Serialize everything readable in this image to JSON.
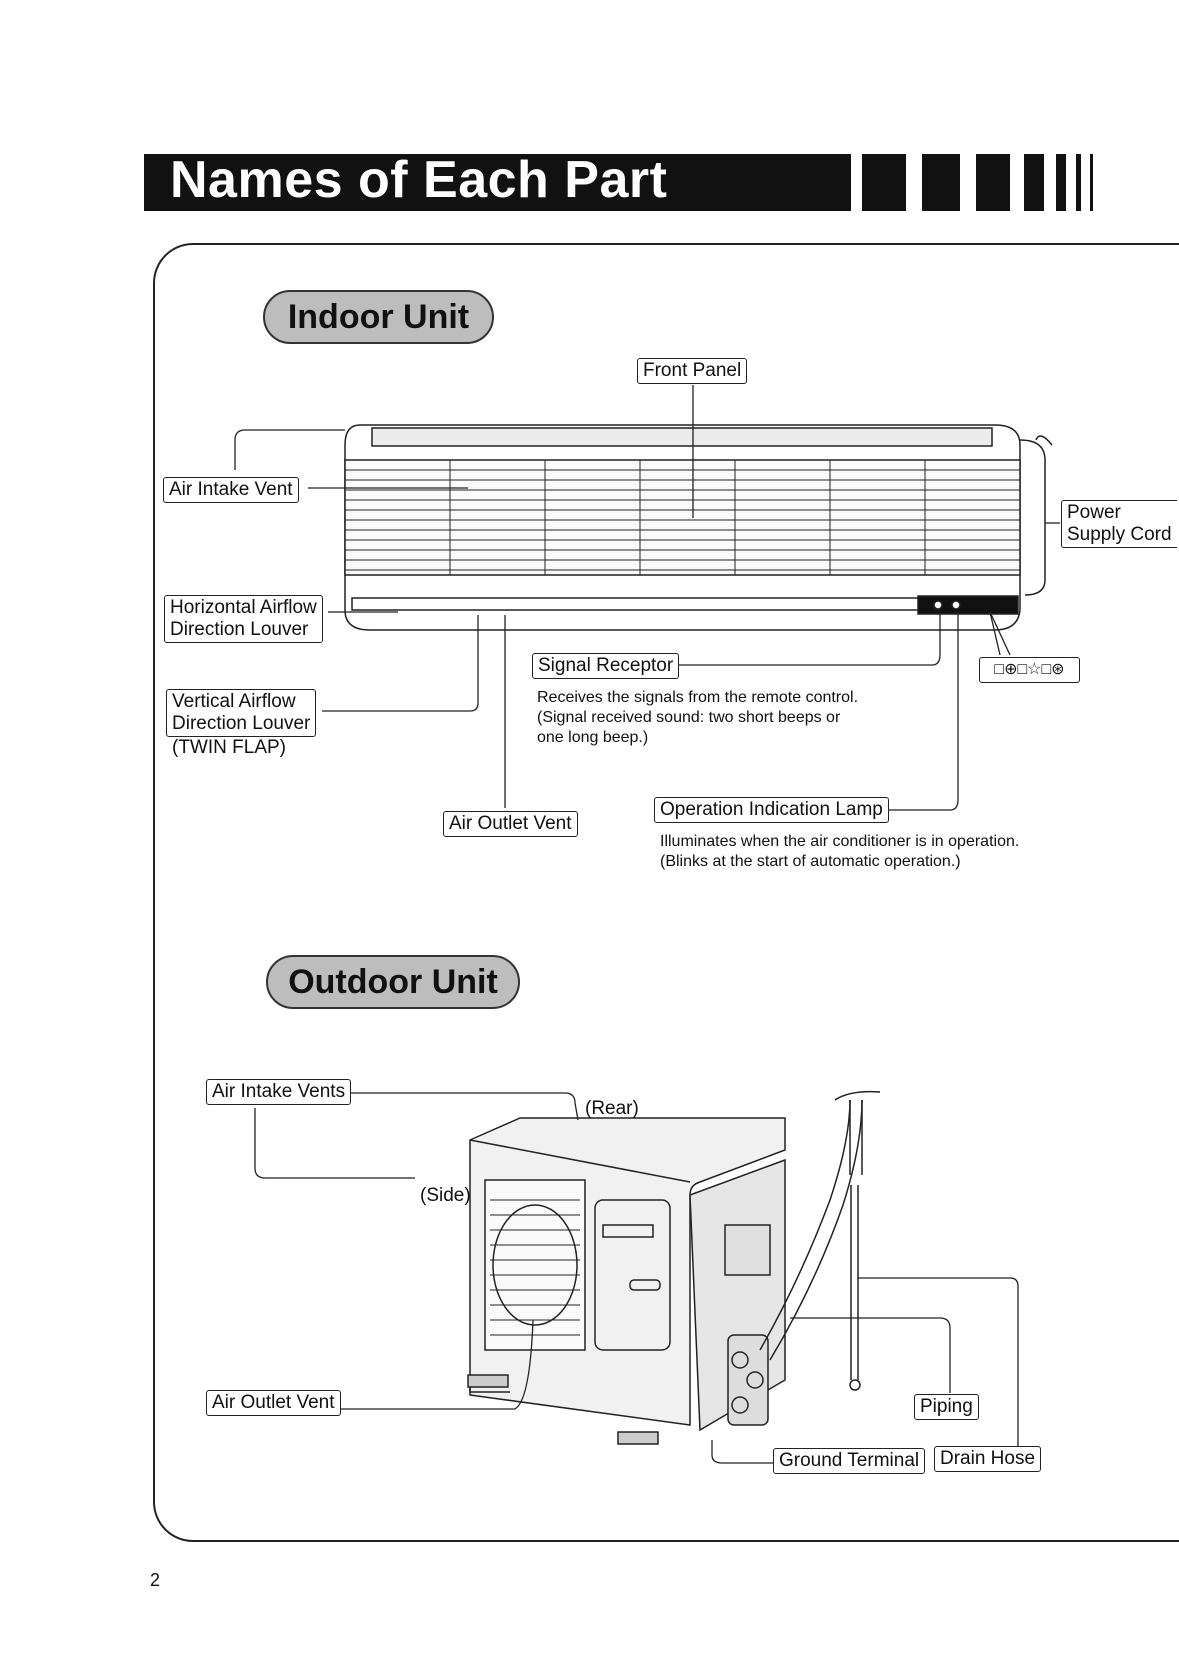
{
  "header": {
    "title": "Names of Each Part"
  },
  "indoor": {
    "heading": "Indoor Unit",
    "labels": {
      "front_panel": "Front Panel",
      "air_intake_vent": "Air Intake Vent",
      "power_supply_cord_line1": "Power",
      "power_supply_cord_line2": "Supply Cord",
      "horizontal_louver_line1": "Horizontal Airflow",
      "horizontal_louver_line2": "Direction Louver",
      "vertical_louver_line1": "Vertical Airflow",
      "vertical_louver_line2": "Direction Louver",
      "vertical_louver_note": "(TWIN FLAP)",
      "signal_receptor": "Signal Receptor",
      "signal_receptor_desc1": "Receives the signals from the remote control.",
      "signal_receptor_desc2": "(Signal received sound: two short beeps or",
      "signal_receptor_desc3": "one long beep.)",
      "air_outlet_vent": "Air Outlet Vent",
      "operation_lamp": "Operation Indication Lamp",
      "operation_lamp_desc1": "Illuminates when the air conditioner is in operation.",
      "operation_lamp_desc2": "(Blinks at the start of automatic operation.)",
      "mode_icons": "□⊕□☆□⊛"
    }
  },
  "outdoor": {
    "heading": "Outdoor Unit",
    "labels": {
      "air_intake_vents": "Air Intake Vents",
      "rear": "(Rear)",
      "side": "(Side)",
      "air_outlet_vent": "Air Outlet Vent",
      "piping": "Piping",
      "ground_terminal": "Ground Terminal",
      "drain_hose": "Drain Hose"
    }
  },
  "footer": {
    "page_number": "2"
  }
}
